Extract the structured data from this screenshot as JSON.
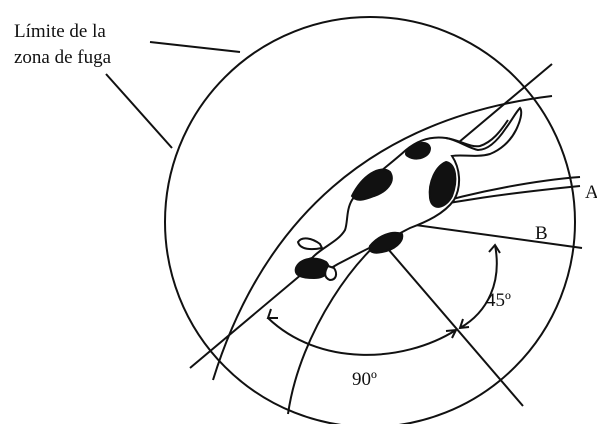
{
  "labels": {
    "zone_line1": "Límite de la",
    "zone_line2": "zona de fuga",
    "point_a": "A",
    "point_b": "B",
    "angle_45": "45º",
    "angle_90": "90º"
  },
  "colors": {
    "ink": "#111111",
    "background": "#ffffff"
  }
}
